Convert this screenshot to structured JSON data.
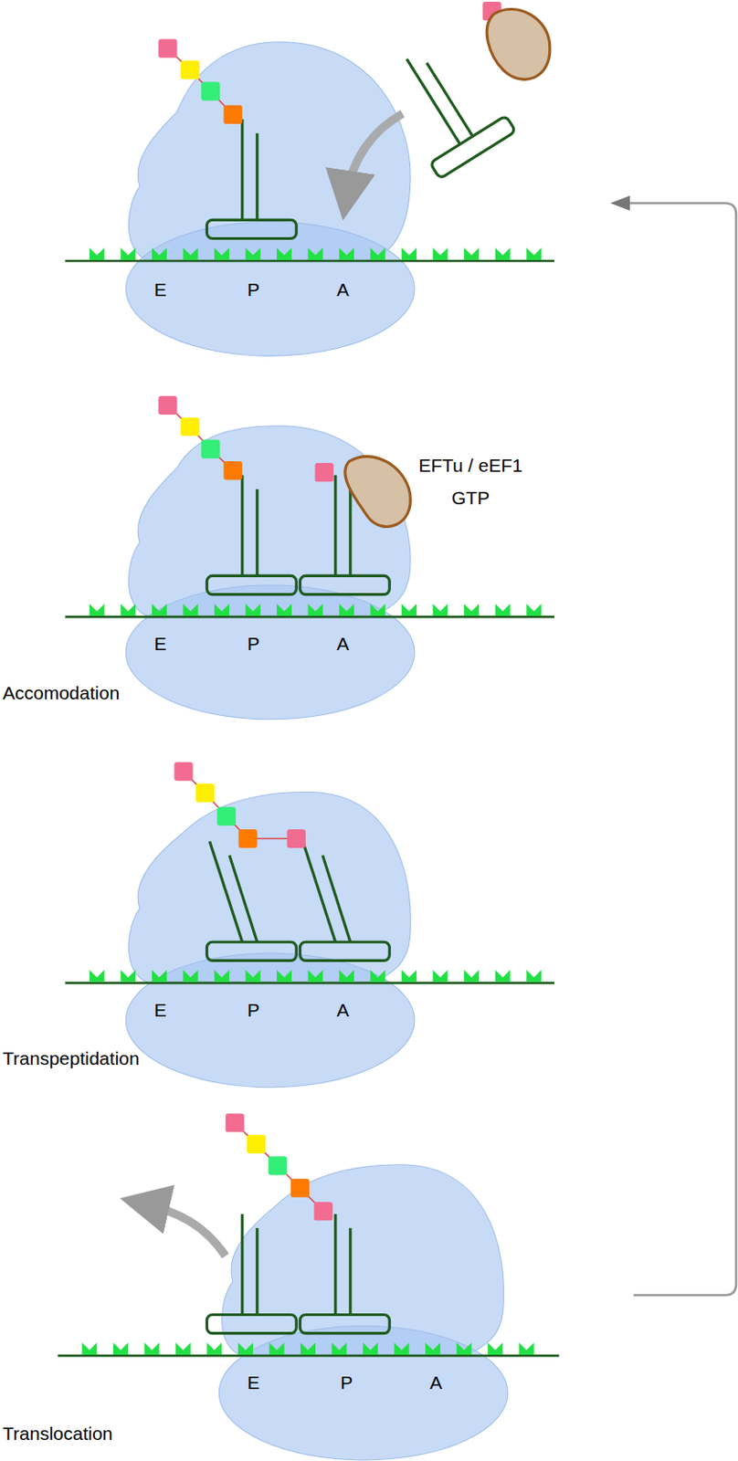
{
  "diagram": {
    "labels": [
      "E",
      "P",
      "A",
      "E",
      "P",
      "A",
      "EFTu / eEF1",
      "GTP",
      "Accomodation",
      "E",
      "P",
      "A",
      "Transpeptidation",
      "E",
      "P",
      "A",
      "Translocation"
    ]
  }
}
